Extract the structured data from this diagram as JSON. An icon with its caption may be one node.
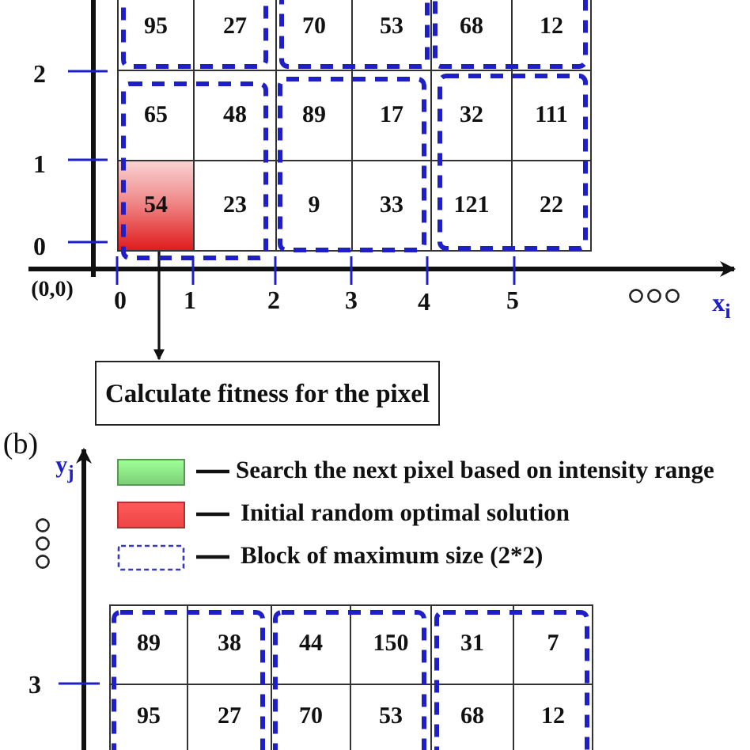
{
  "diagram": {
    "nodes": [
      {
        "text": [
          "95"
        ]
      },
      {
        "text": [
          "27"
        ]
      },
      {
        "text": [
          "70"
        ]
      },
      {
        "text": [
          "53"
        ]
      },
      {
        "text": [
          "68"
        ]
      },
      {
        "text": [
          "12"
        ]
      },
      {
        "text": [
          "65"
        ]
      },
      {
        "text": [
          "48"
        ]
      },
      {
        "text": [
          "89"
        ]
      },
      {
        "text": [
          "17"
        ]
      },
      {
        "text": [
          "32"
        ]
      },
      {
        "text": [
          "111"
        ]
      },
      {
        "text": [
          "54"
        ]
      },
      {
        "text": [
          "23"
        ]
      },
      {
        "text": [
          "9"
        ]
      },
      {
        "text": [
          "33"
        ]
      },
      {
        "text": [
          "121"
        ]
      },
      {
        "text": [
          "22"
        ]
      },
      {
        "text": [
          "Calculate fitness for the pixel"
        ]
      },
      {
        "text": [
          "89"
        ]
      },
      {
        "text": [
          "38"
        ]
      },
      {
        "text": [
          "44"
        ]
      },
      {
        "text": [
          "150"
        ]
      },
      {
        "text": [
          "31"
        ]
      },
      {
        "text": [
          "7"
        ]
      },
      {
        "text": [
          "95"
        ]
      },
      {
        "text": [
          "27"
        ]
      },
      {
        "text": [
          "70"
        ]
      },
      {
        "text": [
          "53"
        ]
      },
      {
        "text": [
          "68"
        ]
      },
      {
        "text": [
          "12"
        ]
      }
    ],
    "edges": [
      {
        "from": 12,
        "to": 18,
        "arrow": "to"
      }
    ],
    "labels": [
      "2",
      "1",
      "0",
      "(0,0)",
      "0",
      "1",
      "2",
      "3",
      "4",
      "5",
      "x$_{i}$",
      "(b)",
      "y$_{j}$",
      "3"
    ],
    "legend": [
      {
        "text": "Search the next pixel based on intensity range",
        "color": "#7ccf76"
      },
      {
        "text": "Initial random optimal solution",
        "color": "#ee4545"
      },
      {
        "text": "Block of maximum size (2*2)"
      }
    ]
  }
}
